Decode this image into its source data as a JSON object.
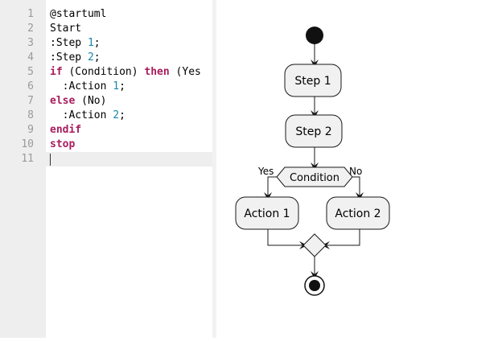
{
  "editor": {
    "lines": [
      {
        "n": "1",
        "code": "@startuml"
      },
      {
        "n": "2",
        "code": "Start"
      },
      {
        "n": "3",
        "code": ":Step 1;"
      },
      {
        "n": "4",
        "code": ":Step 2;"
      },
      {
        "n": "5",
        "code": "if (Condition) then (Yes"
      },
      {
        "n": "6",
        "code": "  :Action 1;"
      },
      {
        "n": "7",
        "code": "else (No)"
      },
      {
        "n": "8",
        "code": "  :Action 2;"
      },
      {
        "n": "9",
        "code": "endif"
      },
      {
        "n": "10",
        "code": "stop"
      },
      {
        "n": "11",
        "code": ""
      }
    ],
    "active_line": "11"
  },
  "diagram": {
    "step1": "Step 1",
    "step2": "Step 2",
    "condition": "Condition",
    "yes_label": "Yes",
    "no_label": "No",
    "action1": "Action 1",
    "action2": "Action 2",
    "node_fill": "#f1f1f1",
    "stroke": "#181818"
  }
}
